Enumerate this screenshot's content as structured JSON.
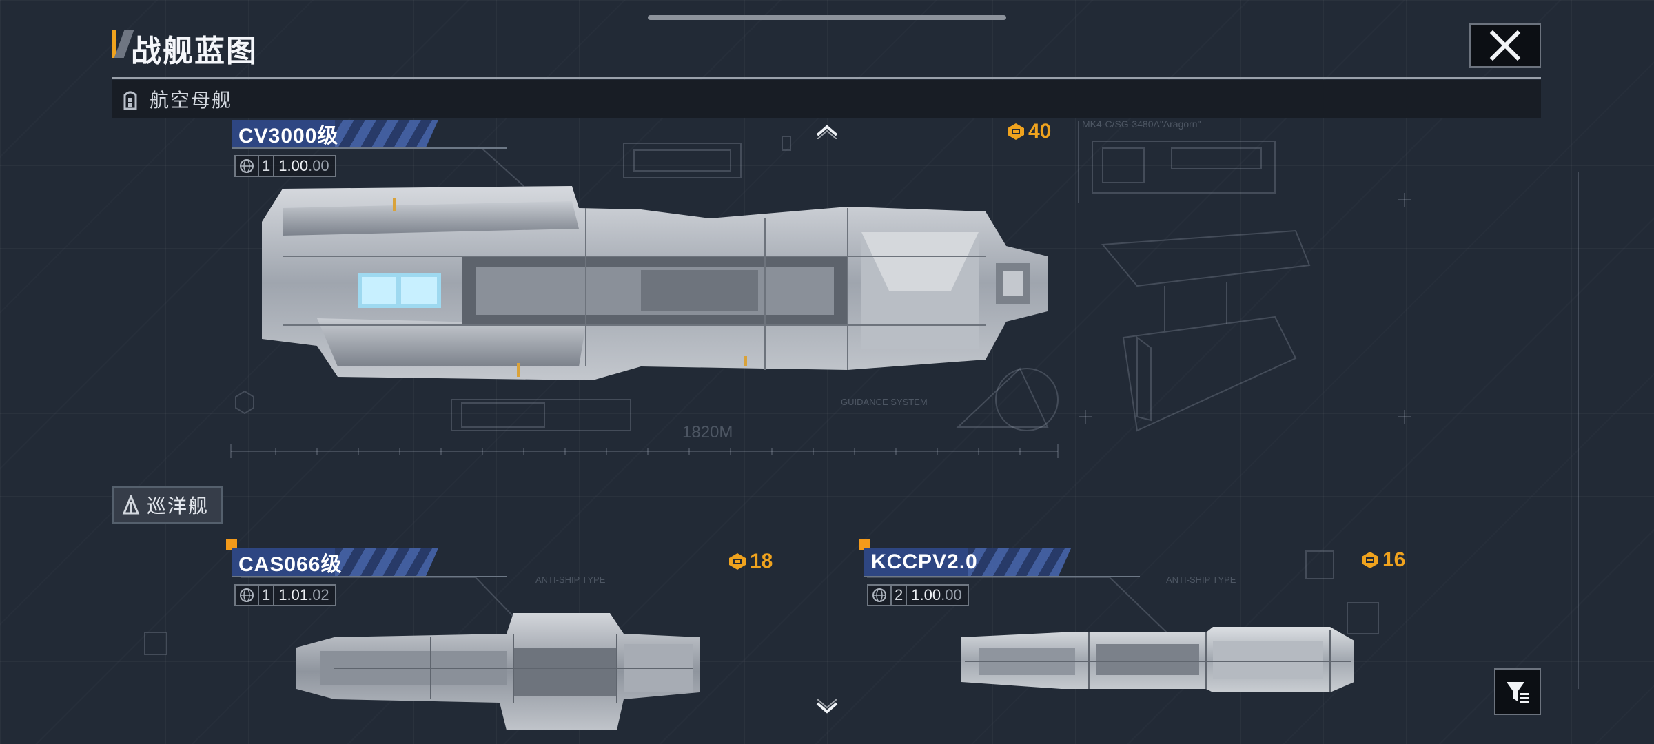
{
  "header": {
    "title": "战舰蓝图"
  },
  "categories": {
    "carrier": {
      "label": "航空母舰"
    },
    "cruiser": {
      "label": "巡洋舰"
    }
  },
  "ships": [
    {
      "name": "CV3000级",
      "slot": "1",
      "version_main": "1.00",
      "version_sub": ".00",
      "cost": "40",
      "blueprint_notes": {
        "length": "1820M",
        "system": "GUIDANCE SYSTEM",
        "module": "MK4-C/SG-3480A\"Aragorn\""
      }
    },
    {
      "name": "CAS066级",
      "slot": "1",
      "version_main": "1.01",
      "version_sub": ".02",
      "cost": "18",
      "blueprint_notes": {
        "label": "ANTI-SHIP TYPE"
      }
    },
    {
      "name": "KCCPV2.0",
      "slot": "2",
      "version_main": "1.00",
      "version_sub": ".00",
      "cost": "16",
      "blueprint_notes": {
        "label": "ANTI-SHIP TYPE"
      }
    }
  ],
  "colors": {
    "accent": "#f0a31e",
    "background": "#222a36",
    "name_tag": "#2e4682"
  },
  "icons": {
    "close": "close-icon",
    "carrier": "carrier-icon",
    "cruiser": "cruiser-icon",
    "scroll_up": "chevron-up-icon",
    "scroll_down": "chevron-down-icon",
    "cost": "blueprint-token-icon",
    "version": "globe-icon",
    "filter": "filter-icon"
  }
}
